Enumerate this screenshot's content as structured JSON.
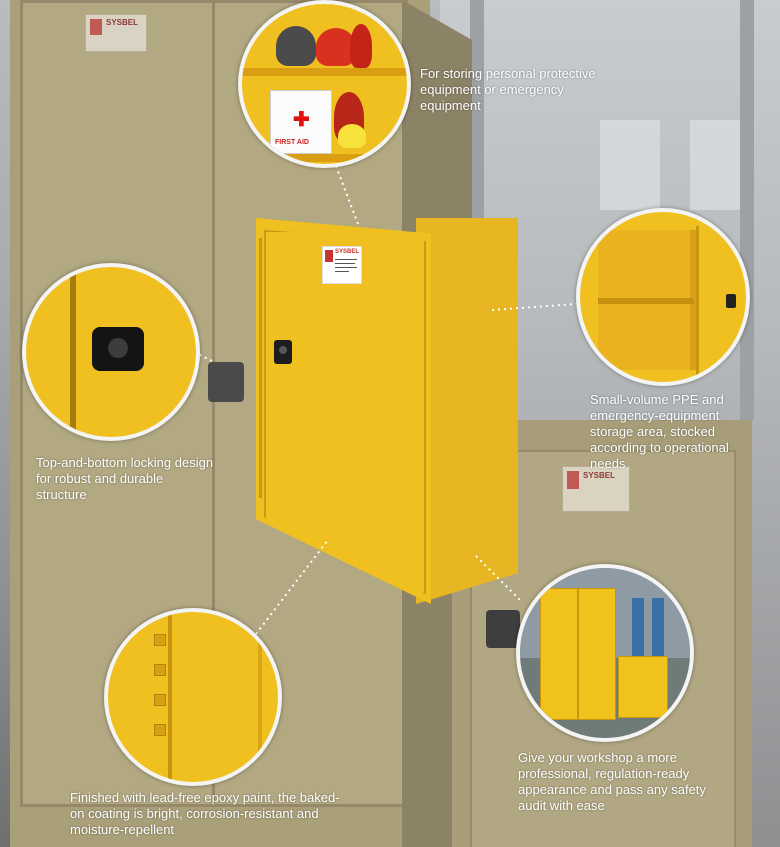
{
  "labels": {
    "brand": "SYSBEL"
  },
  "captions": {
    "top": "For storing personal protective equipment or emergency equipment",
    "right": "Small-volume PPE and emergency-equipment storage area, stocked according to operational needs",
    "left": "Top-and-bottom locking design for robust and durable structure",
    "bottom": "Finished with lead-free epoxy paint, the baked-on coating is bright, corrosion-resistant and moisture-repellent",
    "bottom_right": "Give your workshop a more professional, regulation-ready appearance and pass any safety audit with ease"
  },
  "first_aid_text": "FIRST AID",
  "colors": {
    "cabinet_yellow": "#f0c020",
    "caption_text": "#ffffff",
    "label_red": "#c6342e"
  }
}
